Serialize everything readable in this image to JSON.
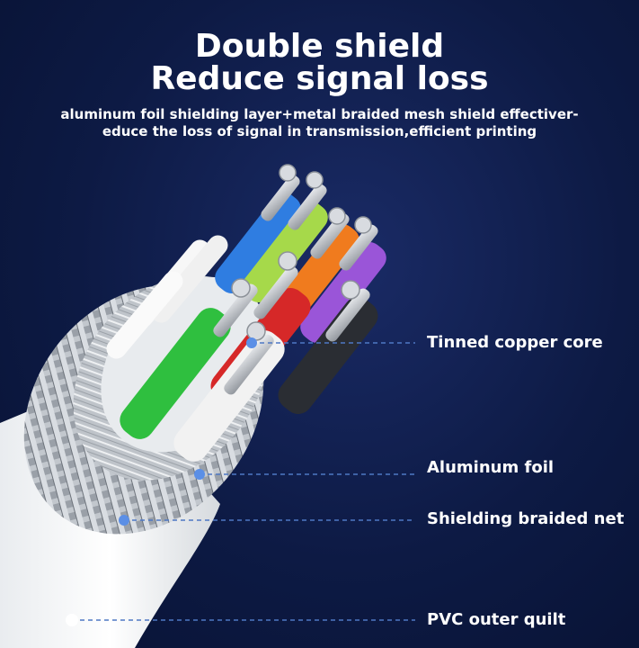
{
  "header": {
    "title_line1": "Double shield",
    "title_line2": "Reduce signal loss",
    "subtitle_line1": "aluminum foil shielding layer+metal braided mesh shield effectiver-",
    "subtitle_line2": "educe the loss of signal in transmission,efficient printing"
  },
  "callouts": {
    "tinned_copper_core": "Tinned copper core",
    "aluminum_foil": "Aluminum foil",
    "shielding_braided_net": "Shielding braided net",
    "pvc_outer_quilt": "PVC outer quilt"
  },
  "colors": {
    "background": "#0d1a44",
    "wire_blue": "#2f7de1",
    "wire_lightgreen": "#a6d94a",
    "wire_orange": "#f07b1e",
    "wire_purple": "#9a55d8",
    "wire_green": "#2fbf3f",
    "wire_red": "#d62828",
    "wire_white": "#f2f2f2",
    "copper": "#c9ccd1"
  }
}
